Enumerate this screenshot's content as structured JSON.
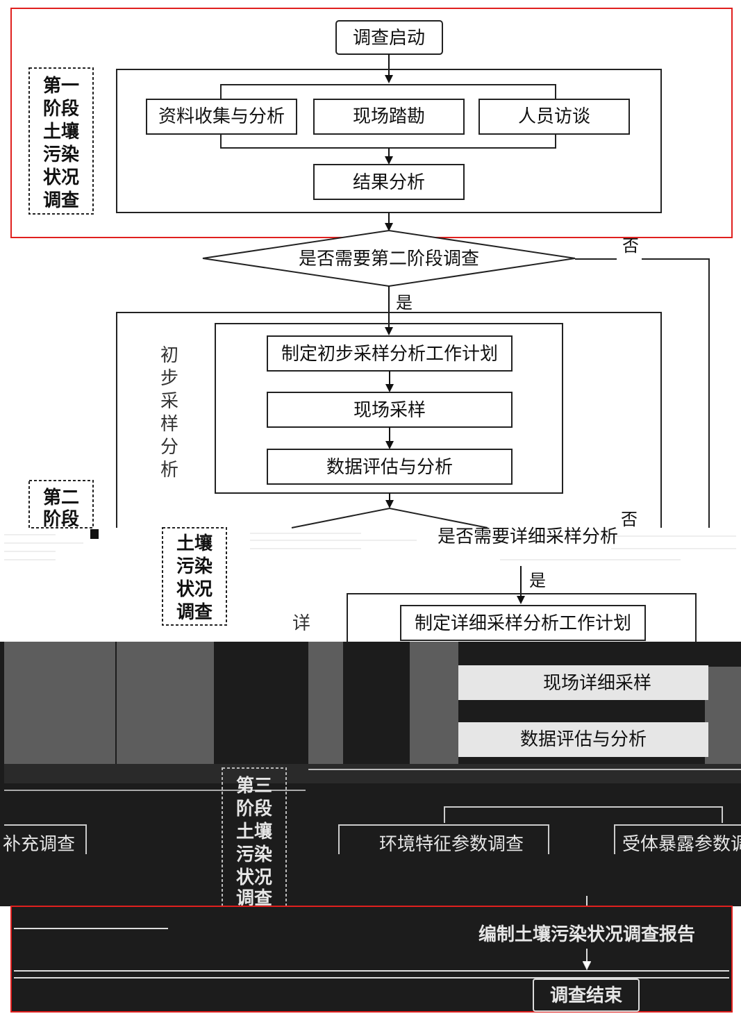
{
  "colors": {
    "border": "#222222",
    "highlight_frame": "#e0201e",
    "corrupted_band": "#1c1c1c"
  },
  "stage1": {
    "label_lines": [
      "第一",
      "阶段",
      "土壤",
      "污染",
      "状况",
      "调查"
    ],
    "start": "调查启动",
    "steps": [
      "资料收集与分析",
      "现场踏勘",
      "人员访谈"
    ],
    "result": "结果分析"
  },
  "decision1": {
    "question": "是否需要第二阶段调查",
    "yes": "是",
    "no": "否"
  },
  "stage2": {
    "label_lines": [
      "第二",
      "阶段",
      "土壤",
      "污染",
      "状况",
      "调查"
    ],
    "initial": {
      "label_lines": [
        "初",
        "步",
        "采",
        "样",
        "分",
        "析"
      ],
      "steps": [
        "制定初步采样分析工作计划",
        "现场采样",
        "数据评估与分析"
      ]
    },
    "decision2": {
      "question": "是否需要详细采样分析",
      "yes": "是",
      "no": "否"
    },
    "detailed": {
      "label_first_char": "详",
      "steps": [
        "制定详细采样分析工作计划",
        "现场详细采样",
        "数据评估与分析"
      ]
    }
  },
  "stage3": {
    "label_lines": [
      "第三",
      "阶段",
      "土壤",
      "污染",
      "状况",
      "调查"
    ],
    "steps": [
      "补充调查",
      "环境特征参数调查",
      "受体暴露参数调查"
    ]
  },
  "report": "编制土壤污染状况调查报告",
  "end": "调查结束"
}
